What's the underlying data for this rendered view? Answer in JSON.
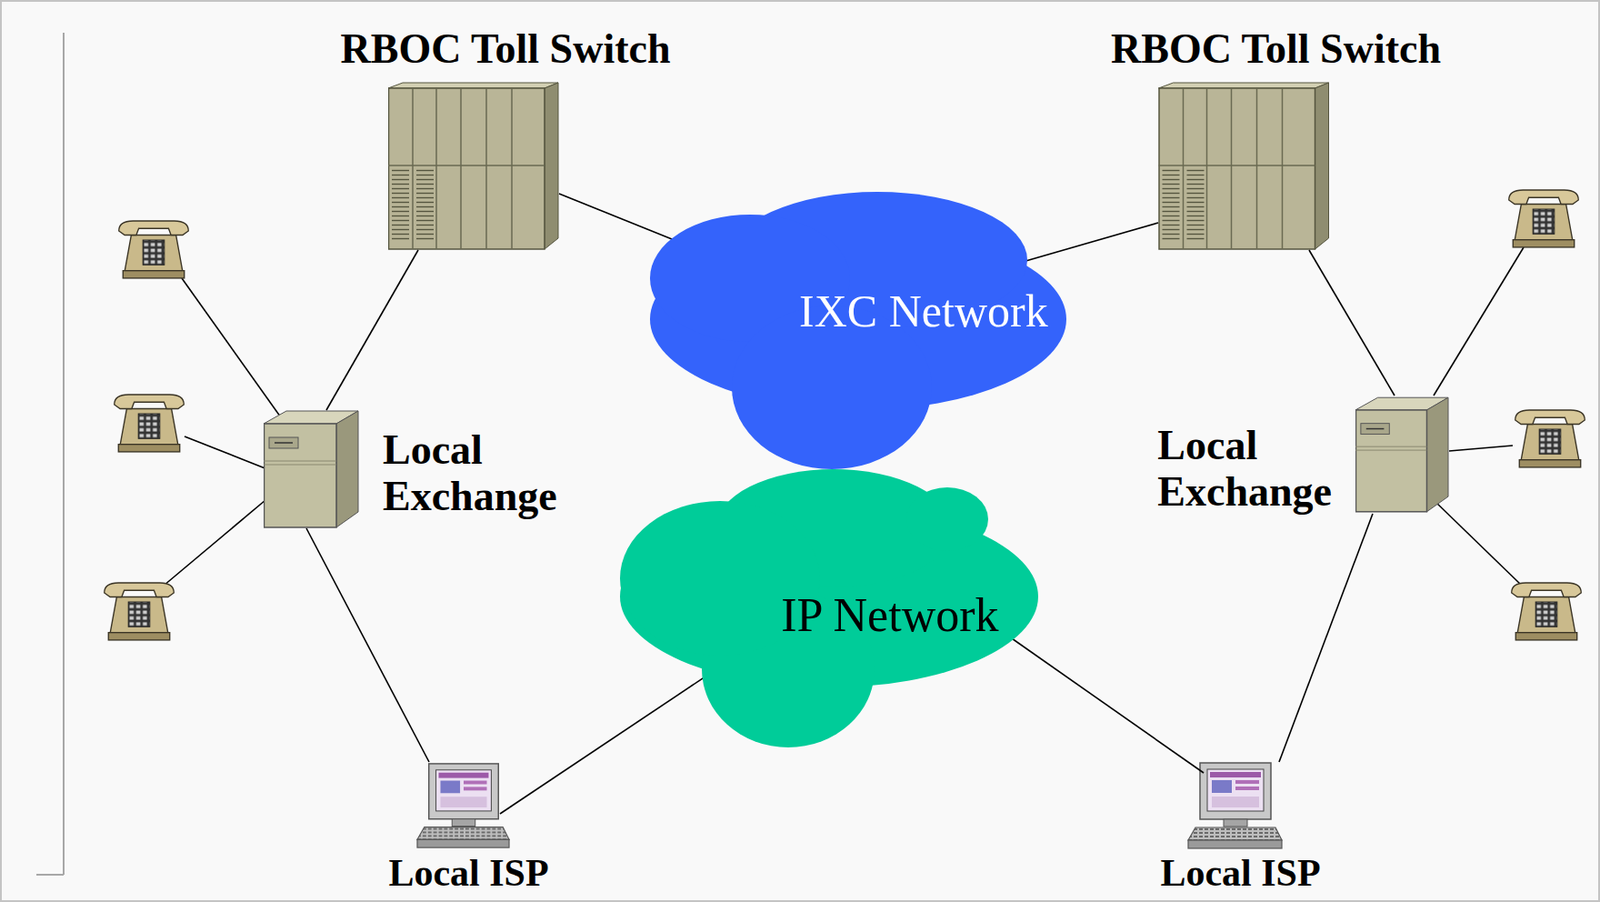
{
  "diagram": {
    "nodes": [
      {
        "text": [
          "RBOC Toll Switch"
        ]
      },
      {
        "text": [
          "RBOC Toll Switch"
        ]
      },
      {
        "text": [
          "IXC Network"
        ]
      },
      {
        "text": [
          "Local Exchange"
        ]
      },
      {
        "text": [
          "Local Exchange"
        ]
      },
      {
        "text": [
          "IP Network"
        ]
      },
      {
        "text": [
          "Local ISP"
        ]
      },
      {
        "text": [
          "Local ISP"
        ]
      }
    ],
    "edges": [
      {
        "from": 0,
        "to": 2,
        "arrow": "none"
      },
      {
        "from": 2,
        "to": 1,
        "arrow": "none"
      },
      {
        "from": 0,
        "to": 3,
        "arrow": "none"
      },
      {
        "from": 1,
        "to": 4,
        "arrow": "none"
      },
      {
        "from": 3,
        "to": 6,
        "arrow": "none"
      },
      {
        "from": 6,
        "to": 5,
        "arrow": "none"
      },
      {
        "from": 5,
        "to": 7,
        "arrow": "none"
      },
      {
        "from": 4,
        "to": 7,
        "arrow": "none"
      }
    ]
  }
}
